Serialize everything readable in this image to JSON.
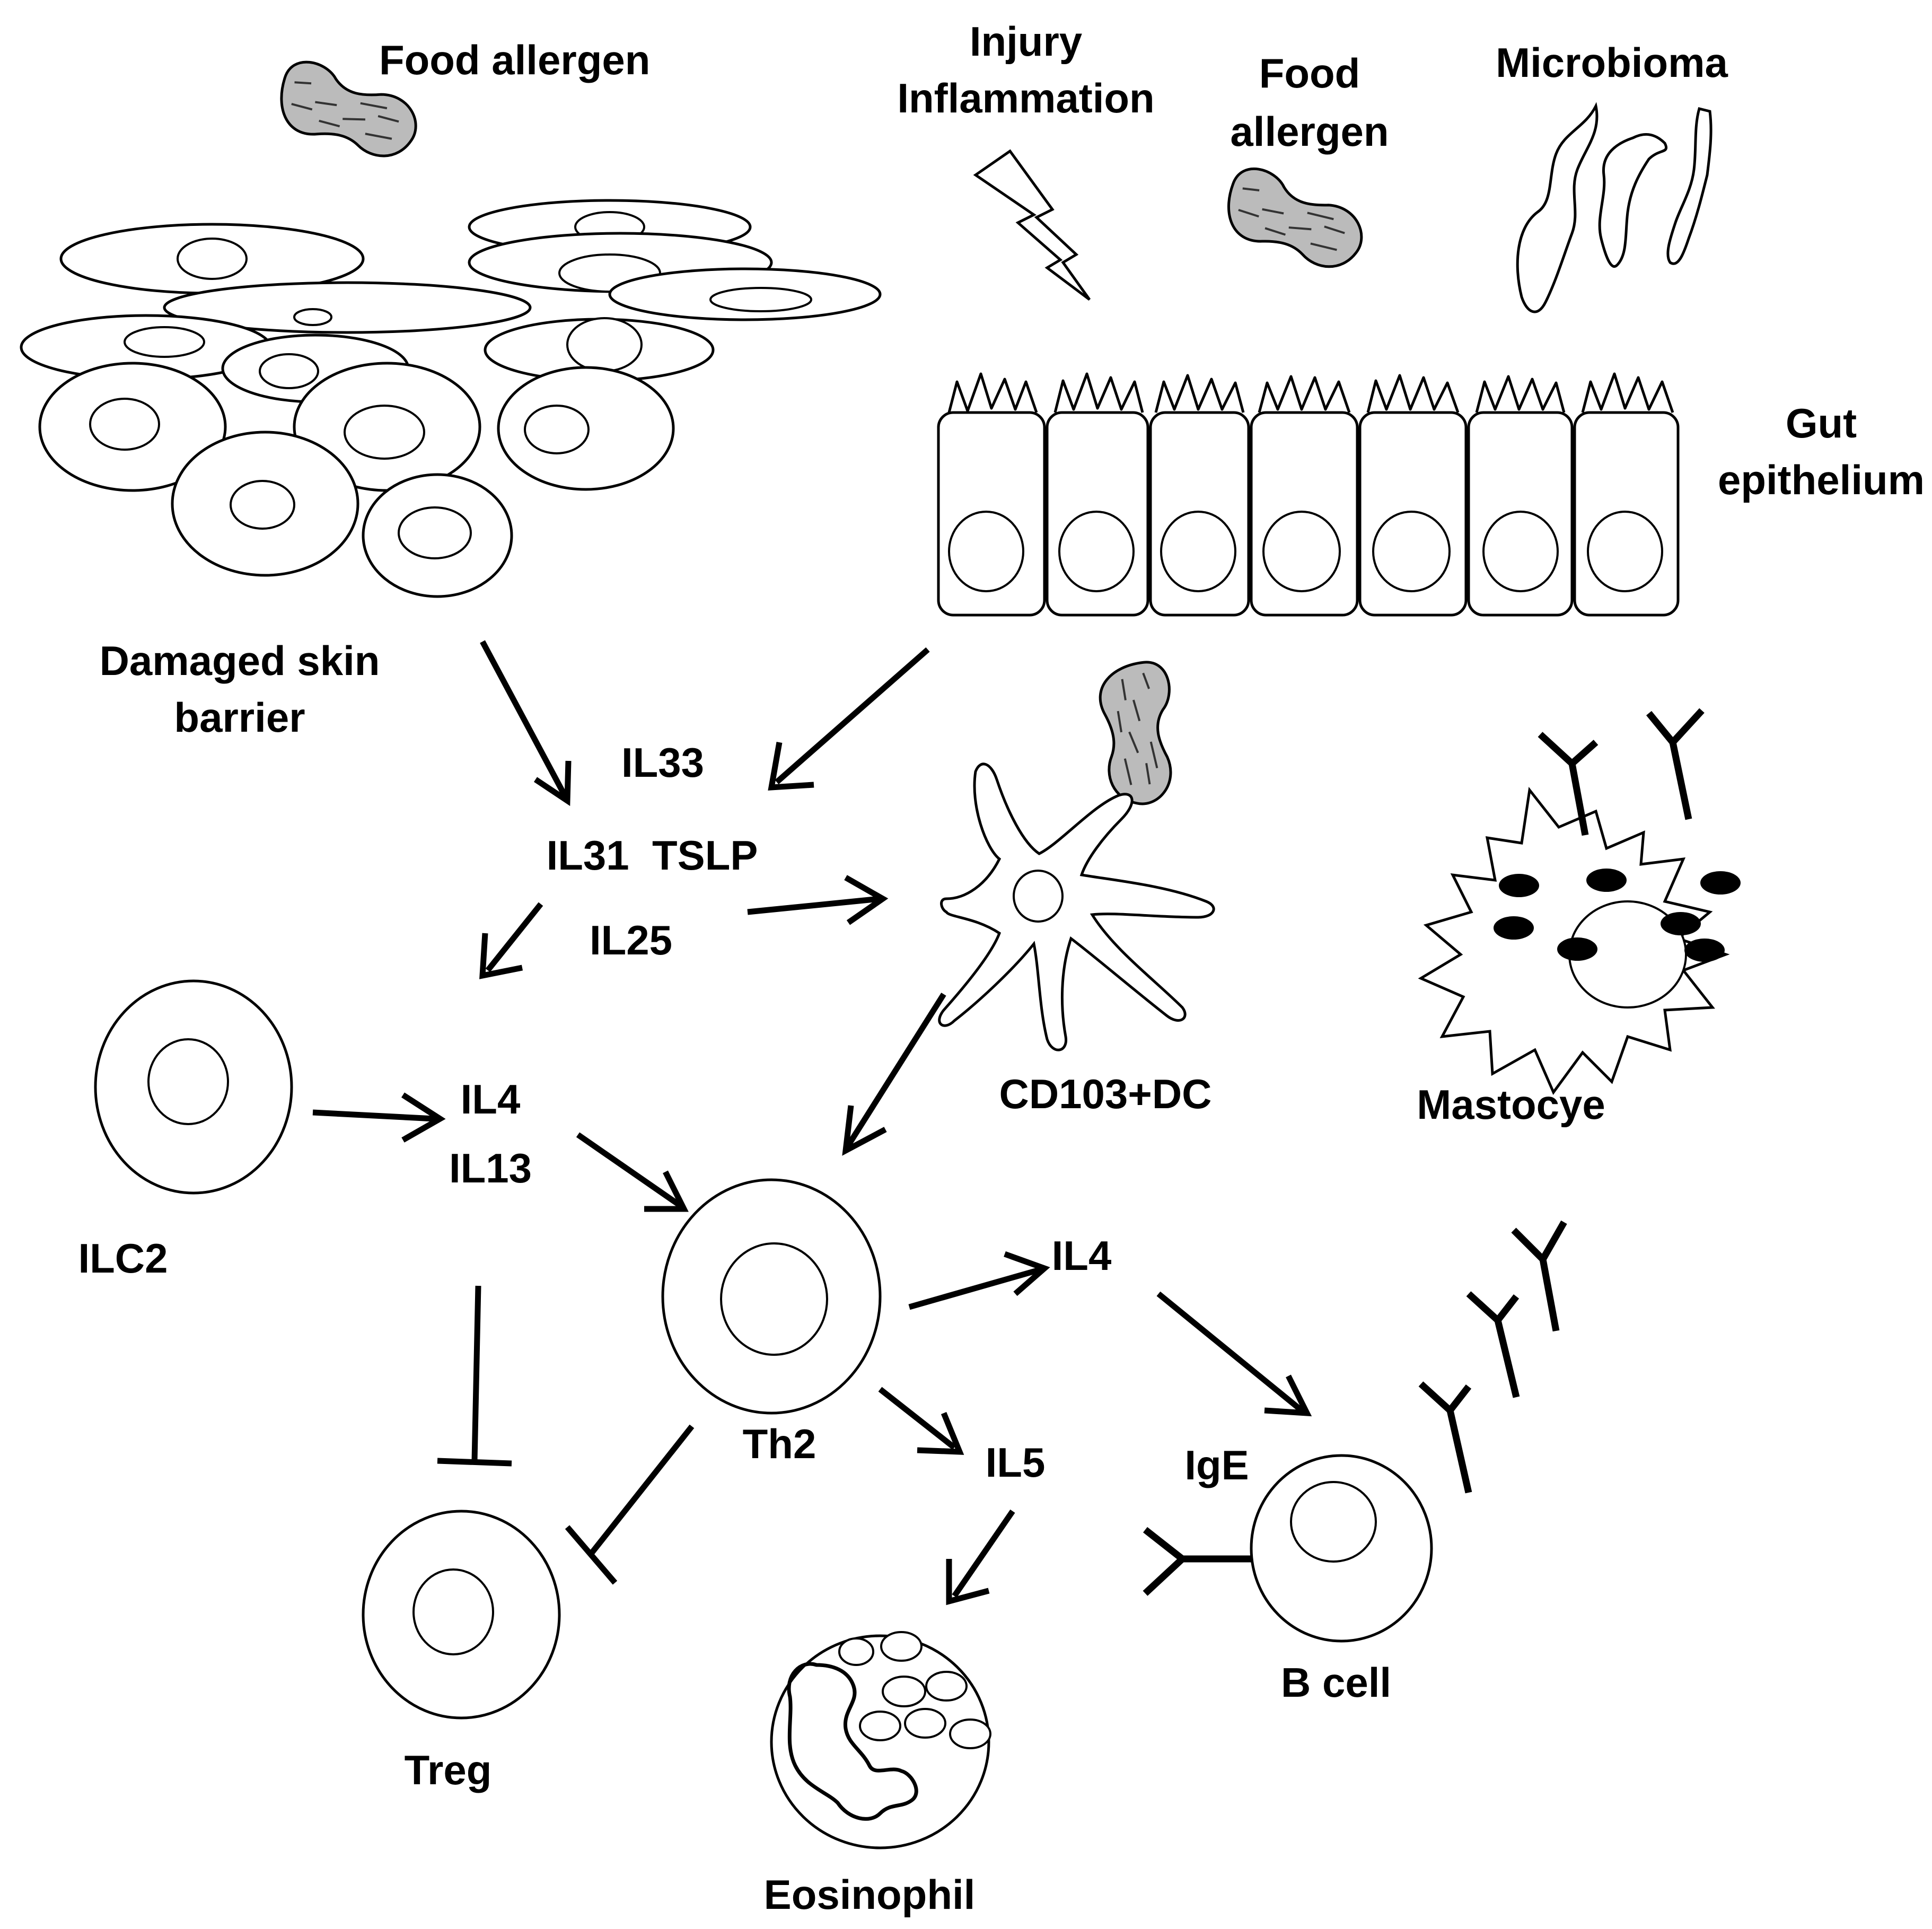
{
  "labels": {
    "food_allergen_top": "Food allergen",
    "injury_line1": "Injury",
    "injury_line2": "Inflammation",
    "food_allergen_right_line1": "Food",
    "food_allergen_right_line2": "allergen",
    "microbioma": "Microbioma",
    "gut_line1": "Gut",
    "gut_line2": "epithelium",
    "skin_line1": "Damaged skin",
    "skin_line2": "barrier",
    "il33": "IL33",
    "il31_tslp": "IL31  TSLP",
    "il25": "IL25",
    "cd103_dc": "CD103+DC",
    "mastocye": "Mastocye",
    "ilc2": "ILC2",
    "il4_left": "IL4",
    "il13": "IL13",
    "th2": "Th2",
    "il4_right": "IL4",
    "il5": "IL5",
    "ige": "IgE",
    "treg": "Treg",
    "b_cell": "B cell",
    "eosinophil": "Eosinophil"
  },
  "colors": {
    "stroke": "#000000",
    "background": "#ffffff"
  }
}
